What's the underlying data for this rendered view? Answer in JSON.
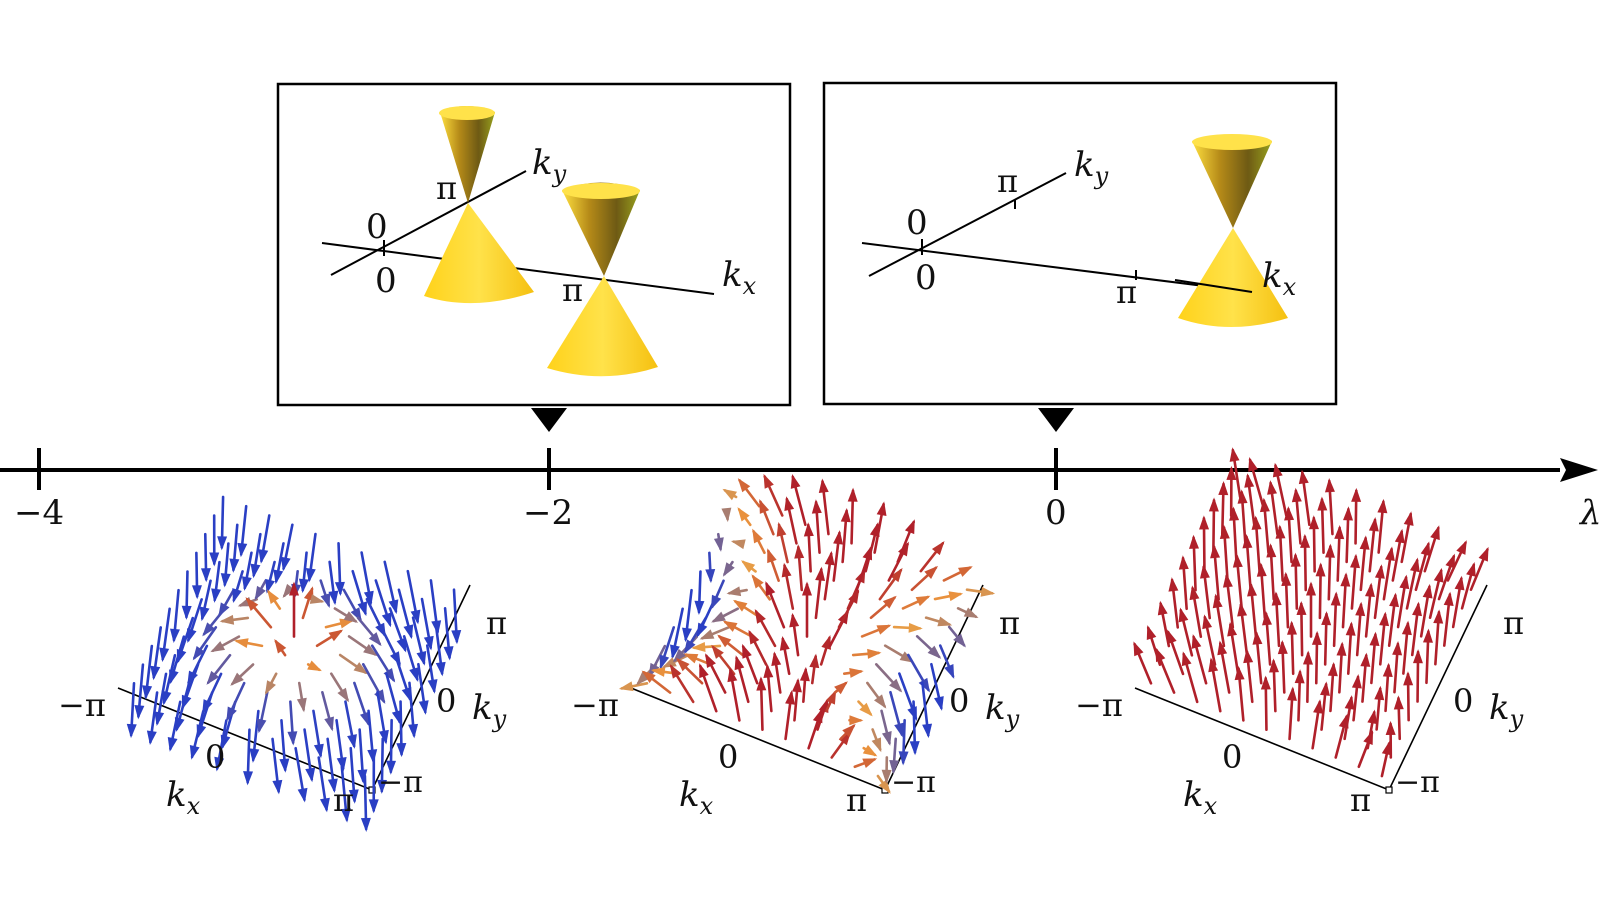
{
  "colors": {
    "axis": "#000000",
    "cone_light": "#ffd21a",
    "cone_dark": "#7a5a1a",
    "cone_olive": "#8f9a1a",
    "arrow_down": "#2a3fc4",
    "arrow_mid": "#f0a040",
    "arrow_up": "#b0202a"
  },
  "lambda_axis": {
    "symbol": "λ",
    "ticks": [
      "−4",
      "−2",
      "0"
    ],
    "markers": [
      "−2",
      "0"
    ]
  },
  "insets": [
    {
      "id": "dirac-cones-lambda-minus2",
      "kx_symbol": "k",
      "kx_sub": "x",
      "ky_symbol": "k",
      "ky_sub": "y",
      "origin_x_label": "0",
      "origin_y_label": "0",
      "pi_x_label": "π",
      "pi_y_label": "π"
    },
    {
      "id": "dirac-cone-lambda-0",
      "kx_symbol": "k",
      "kx_sub": "x",
      "ky_symbol": "k",
      "ky_sub": "y",
      "origin_x_label": "0",
      "origin_y_label": "0",
      "pi_x_label": "π",
      "pi_y_label": "π"
    }
  ],
  "vector_fields": [
    {
      "id": "field-left",
      "mode": "skyrmion",
      "labels": {
        "neg_pi_x": "−π",
        "zero_x": "0",
        "pi_x": "π",
        "kx": "k",
        "kx_sub": "x",
        "pi_y": "π",
        "zero_y": "0",
        "neg_pi_y": "−π",
        "ky": "k",
        "ky_sub": "y"
      }
    },
    {
      "id": "field-middle",
      "mode": "mixed",
      "labels": {
        "neg_pi_x": "−π",
        "zero_x": "0",
        "pi_x": "π",
        "kx": "k",
        "kx_sub": "x",
        "pi_y": "π",
        "zero_y": "0",
        "neg_pi_y": "−π",
        "ky": "k",
        "ky_sub": "y"
      }
    },
    {
      "id": "field-right",
      "mode": "up",
      "labels": {
        "neg_pi_x": "−π",
        "zero_x": "0",
        "pi_x": "π",
        "kx": "k",
        "kx_sub": "x",
        "pi_y": "π",
        "zero_y": "0",
        "neg_pi_y": "−π",
        "ky": "k",
        "ky_sub": "y"
      }
    }
  ]
}
